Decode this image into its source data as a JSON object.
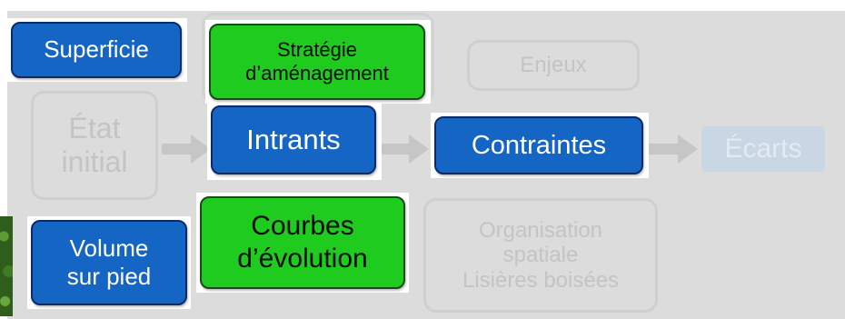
{
  "colors": {
    "blue_box": "#1565c4",
    "green_box": "#1fcb1f",
    "box_border": "#0d2a66",
    "faded_text": "#c4c4c4",
    "background": "#dcdcdc"
  },
  "active_nodes": {
    "superficie": "Superficie",
    "strategie": [
      "Stratégie",
      "d’aménagement"
    ],
    "intrants": "Intrants",
    "contraintes": "Contraintes",
    "volume": [
      "Volume",
      "sur pied"
    ],
    "courbes": [
      "Courbes",
      "d’évolution"
    ]
  },
  "faded_nodes": {
    "enjeux": "Enjeux",
    "etat_initial": [
      "État",
      "initial"
    ],
    "ecarts": "Écarts",
    "organisation": [
      "Organisation",
      "spatiale",
      "Lisières boisées"
    ]
  },
  "icons": [
    "right-arrow-icon"
  ]
}
